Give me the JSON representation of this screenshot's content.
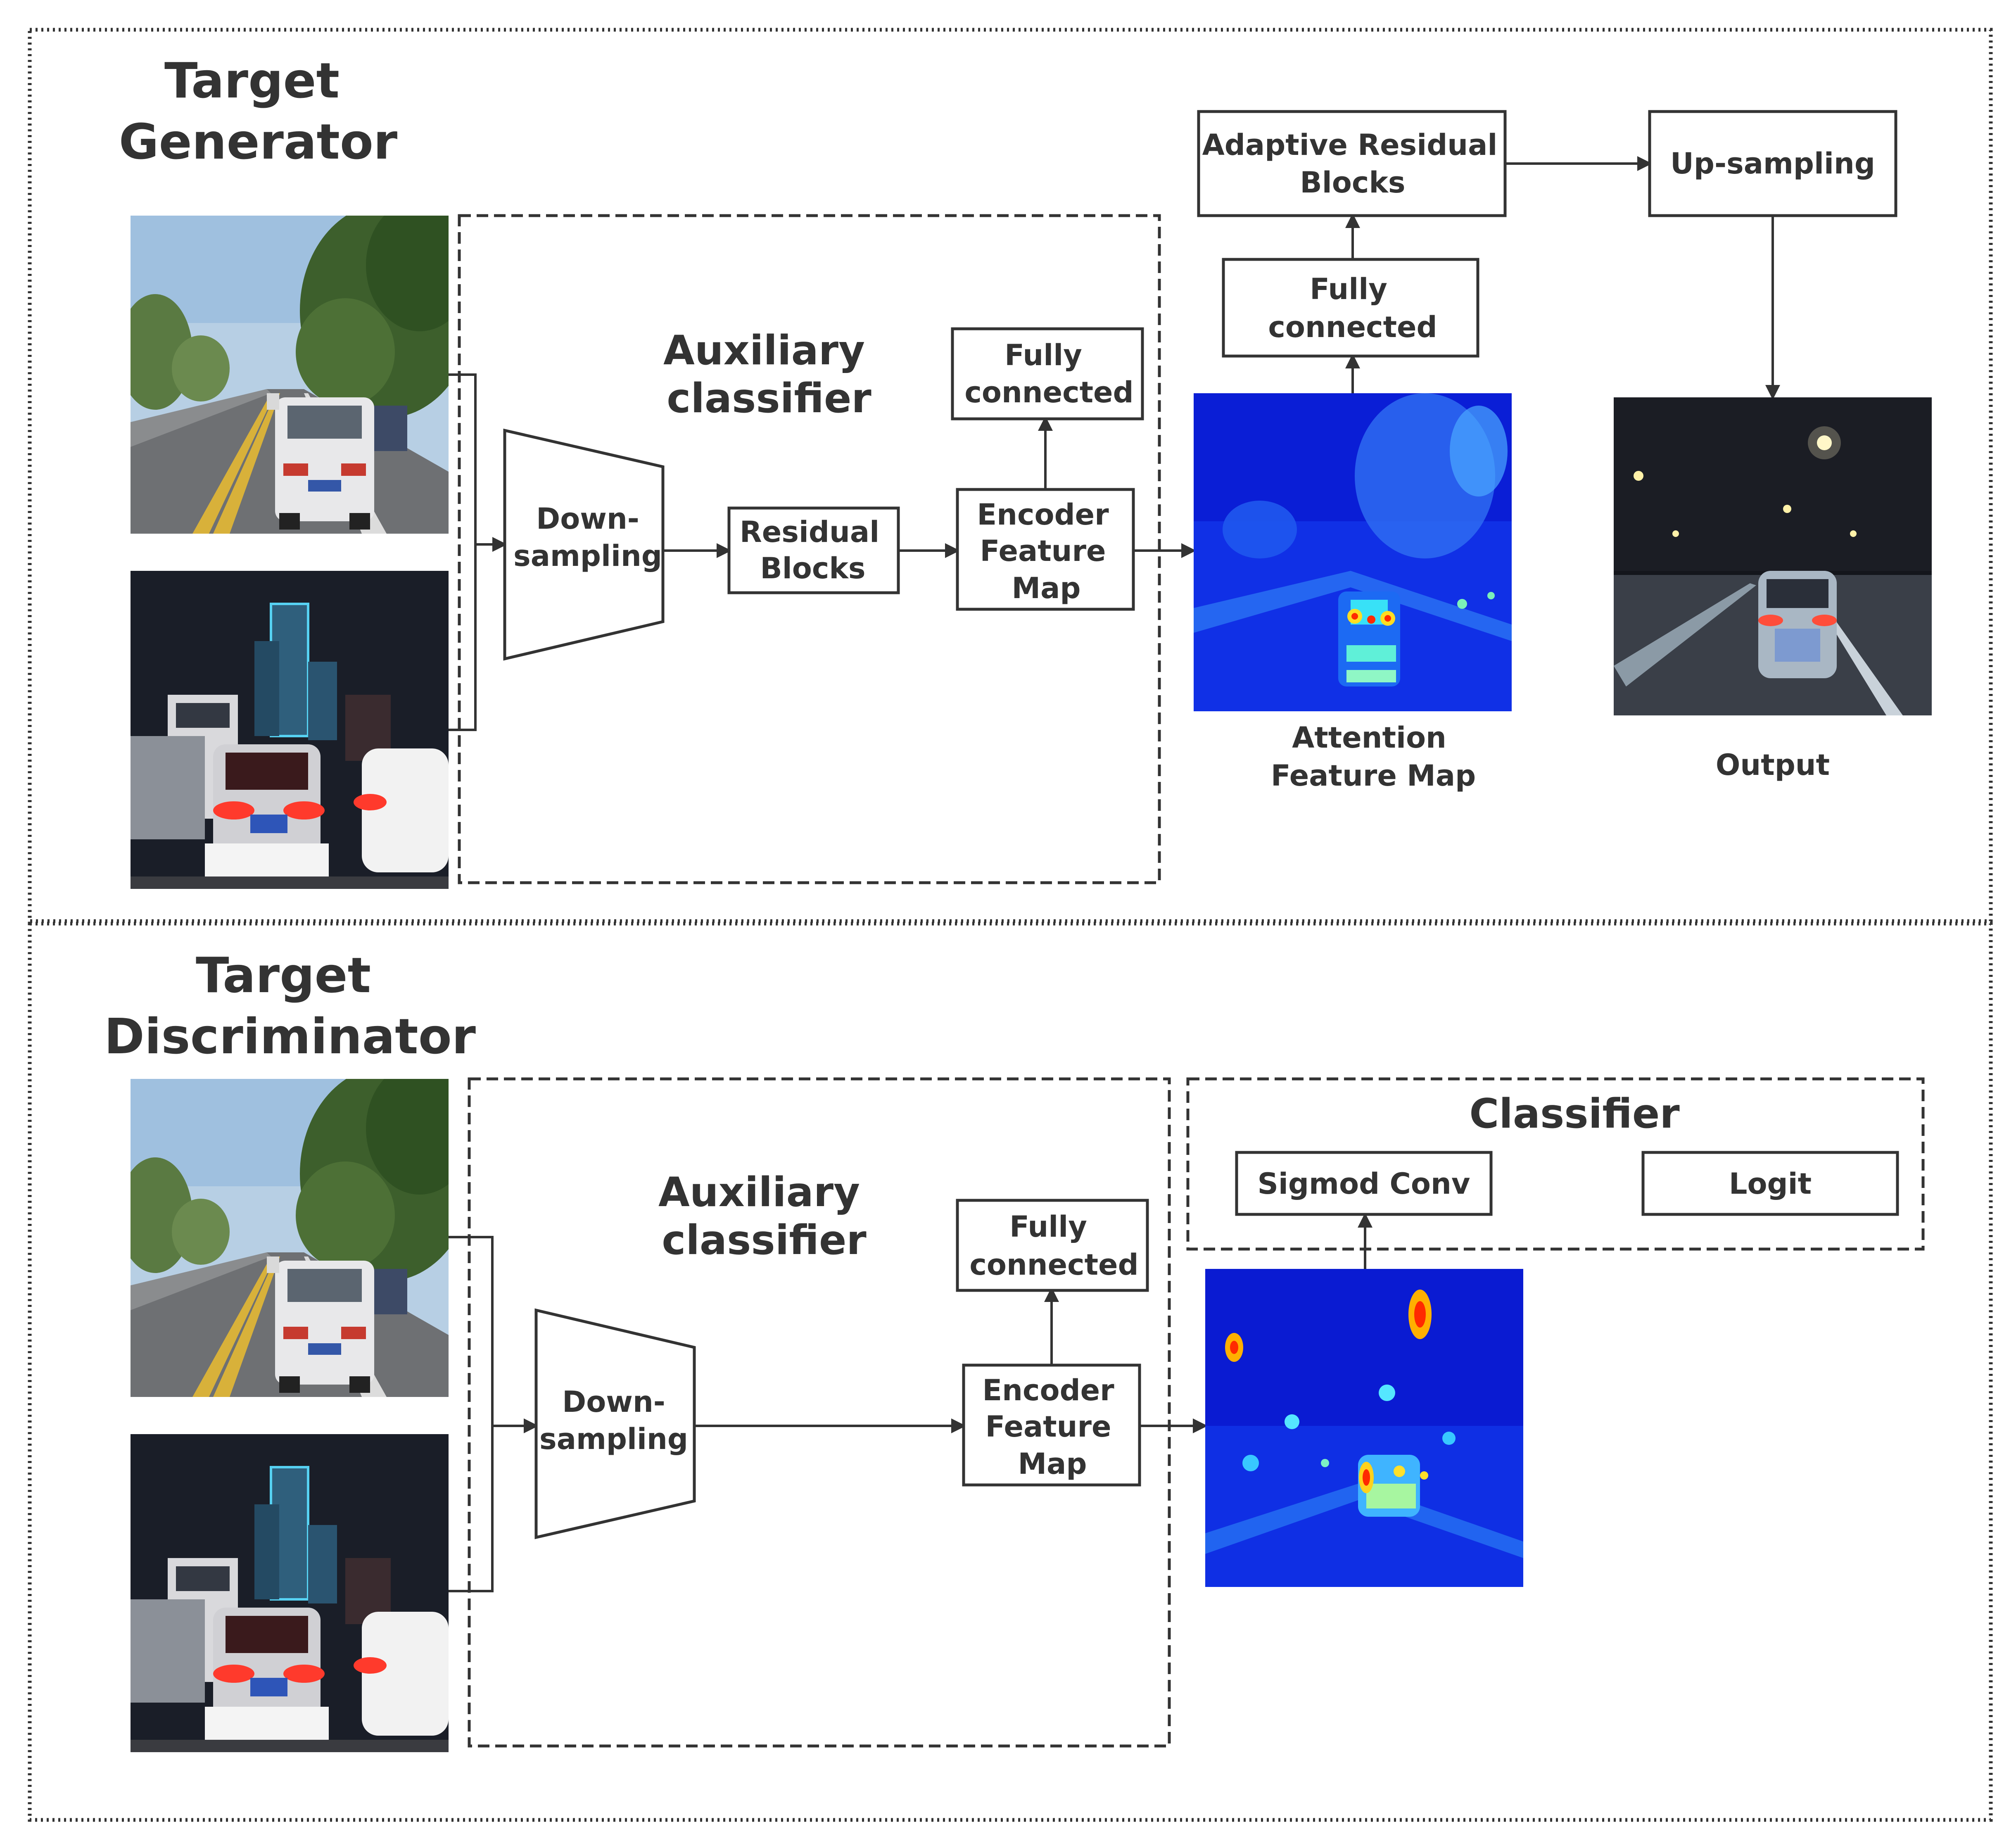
{
  "generator": {
    "title_line1": "Target",
    "title_line2": "Generator",
    "aux_line1": "Auxiliary",
    "aux_line2": "classifier",
    "down_line1": "Down-",
    "down_line2": "sampling",
    "residual_line1": "Residual",
    "residual_line2": "Blocks",
    "encoder_line1": "Encoder",
    "encoder_line2": "Feature",
    "encoder_line3": "Map",
    "fc_aux_line1": "Fully",
    "fc_aux_line2": "connected",
    "fc_top_line1": "Fully",
    "fc_top_line2": "connected",
    "adaptive_line1": "Adaptive Residual",
    "adaptive_line2": "Blocks",
    "upsampling": "Up-sampling",
    "attention_line1": "Attention",
    "attention_line2": "Feature Map",
    "output": "Output"
  },
  "discriminator": {
    "title_line1": "Target",
    "title_line2": "Discriminator",
    "aux_line1": "Auxiliary",
    "aux_line2": "classifier",
    "down_line1": "Down-",
    "down_line2": "sampling",
    "encoder_line1": "Encoder",
    "encoder_line2": "Feature",
    "encoder_line3": "Map",
    "fc_line1": "Fully",
    "fc_line2": "connected",
    "classifier": "Classifier",
    "sigmod": "Sigmod Conv",
    "logit": "Logit"
  },
  "images": {
    "day_scene": "day-road-photo",
    "night_scene": "night-road-photo",
    "heatmap": "attention-heatmap",
    "output_scene": "night-output-photo"
  },
  "colors": {
    "line": "#333333",
    "heat_base": "#1030e6",
    "heat_hot": "#ff2a00"
  }
}
